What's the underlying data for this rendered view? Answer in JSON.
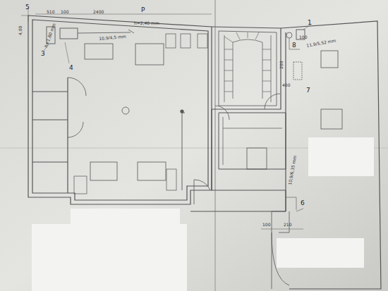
{
  "diagram": {
    "labels": [
      "5",
      "4,00",
      "510",
      "100",
      "2400",
      "Р",
      "h=2,40 mm",
      "10,9/4,5 mm",
      "3",
      "4",
      "h=1,80 mm",
      "1",
      "8",
      "100",
      "11,9/5,52 mm",
      "200",
      "400",
      "7",
      "10,9/6,35 mm",
      "6",
      "100",
      "210"
    ]
  }
}
